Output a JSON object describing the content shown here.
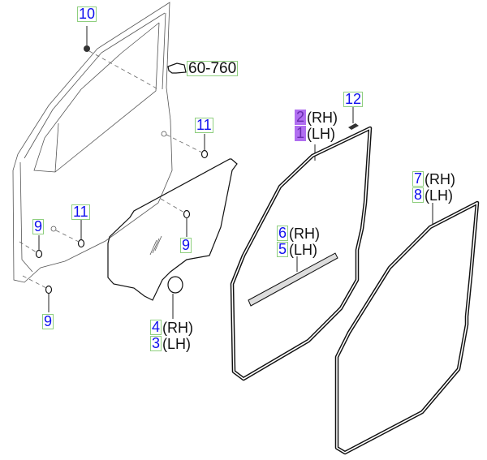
{
  "diagram": {
    "type": "exploded-parts-diagram",
    "subject": "front door panel, door glass, weatherstrips",
    "reference_label": "60-760",
    "callouts": [
      {
        "id": "c10",
        "number": "10",
        "suffix": "",
        "part": "nut"
      },
      {
        "id": "c60760",
        "number": "60-760",
        "suffix": "",
        "part": "reference to section 60-760"
      },
      {
        "id": "c11a",
        "number": "11",
        "suffix": "",
        "part": "plug (upper)"
      },
      {
        "id": "c11b",
        "number": "11",
        "suffix": "",
        "part": "plug (lower)"
      },
      {
        "id": "c9a",
        "number": "9",
        "suffix": "",
        "part": "grommet (left)"
      },
      {
        "id": "c9b",
        "number": "9",
        "suffix": "",
        "part": "grommet (lower)"
      },
      {
        "id": "c9c",
        "number": "9",
        "suffix": "",
        "part": "grommet (sealing panel)"
      },
      {
        "id": "c4",
        "number": "4",
        "suffix": "(RH)",
        "part": "sealing screen RH"
      },
      {
        "id": "c3",
        "number": "3",
        "suffix": "(LH)",
        "part": "sealing screen LH"
      },
      {
        "id": "c12",
        "number": "12",
        "suffix": "",
        "part": "clip"
      },
      {
        "id": "c2",
        "number": "2",
        "suffix": "(RH)",
        "part": "door weatherstrip RH",
        "highlighted": true
      },
      {
        "id": "c1",
        "number": "1",
        "suffix": "(LH)",
        "part": "door weatherstrip LH",
        "highlighted": true
      },
      {
        "id": "c6",
        "number": "6",
        "suffix": "(RH)",
        "part": "belt weatherstrip RH"
      },
      {
        "id": "c5",
        "number": "5",
        "suffix": "(LH)",
        "part": "belt weatherstrip LH"
      },
      {
        "id": "c7",
        "number": "7",
        "suffix": "(RH)",
        "part": "opening weatherstrip RH"
      },
      {
        "id": "c8",
        "number": "8",
        "suffix": "(LH)",
        "part": "opening weatherstrip LH"
      }
    ]
  },
  "colors": {
    "callout_number": "#1010ee",
    "callout_border": "#8fcf7f",
    "highlight": "#b06ef0",
    "line": "#111111"
  }
}
